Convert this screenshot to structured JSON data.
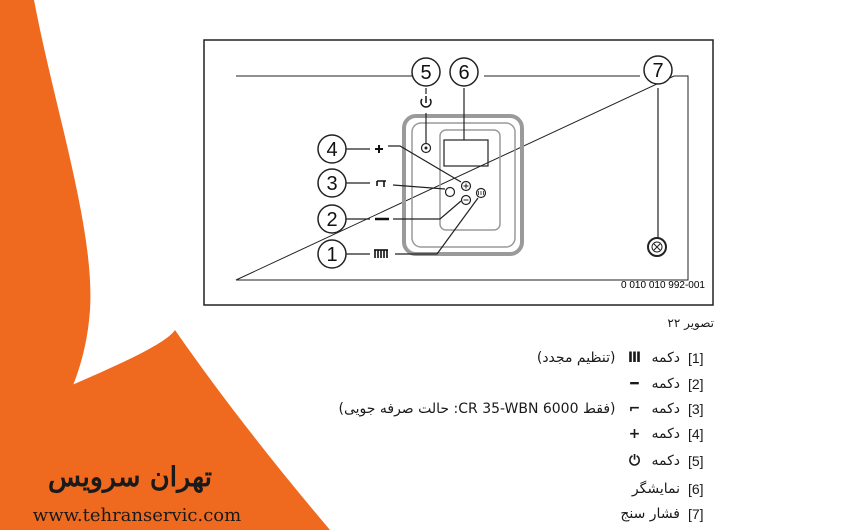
{
  "colors": {
    "accent": "#ef6a1f",
    "line": "#222222",
    "panel": "#9a9a9a"
  },
  "diagram": {
    "callouts": [
      {
        "id": "5",
        "label": "5"
      },
      {
        "id": "6",
        "label": "6"
      },
      {
        "id": "7",
        "label": "7"
      },
      {
        "id": "4",
        "label": "4"
      },
      {
        "id": "3",
        "label": "3"
      },
      {
        "id": "2",
        "label": "2"
      },
      {
        "id": "1",
        "label": "1"
      }
    ],
    "part_number": "0 010 010 992-001"
  },
  "figure_caption": "تصویر ۲۲",
  "legend": [
    {
      "num": "[1]",
      "text": "دکمه",
      "symbol": "radiator-icon",
      "note": "(تنظیم مجدد)"
    },
    {
      "num": "[2]",
      "text": "دکمه",
      "symbol": "minus-icon",
      "note": ""
    },
    {
      "num": "[3]",
      "text": "دکمه",
      "symbol": "tap-icon",
      "note": "(فقط CR 35-WBN 6000: حالت صرفه جویی)"
    },
    {
      "num": "[4]",
      "text": "دکمه",
      "symbol": "plus-icon",
      "note": ""
    },
    {
      "num": "[5]",
      "text": "دکمه",
      "symbol": "power-icon",
      "note": ""
    },
    {
      "num": "[6]",
      "text": "نمایشگر",
      "symbol": "",
      "note": ""
    },
    {
      "num": "[7]",
      "text": "فشار سنج",
      "symbol": "",
      "note": ""
    }
  ],
  "brand": {
    "name_fa": "تهران سرویس",
    "url": "www.tehranservic.com"
  }
}
